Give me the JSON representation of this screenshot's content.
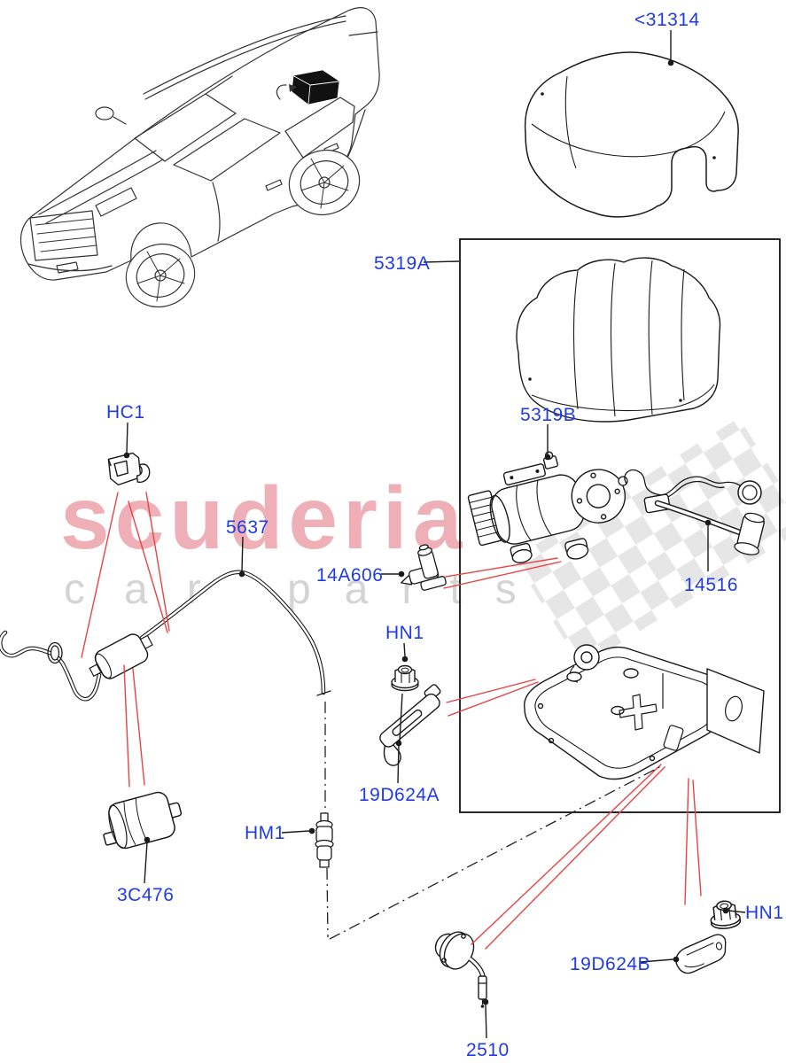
{
  "watermark": {
    "brand": "scuderia",
    "sub_left": "car",
    "sub_right": "parts"
  },
  "labels": {
    "cover_ref": "<31314",
    "compressor_assembly": "5319A",
    "compressor": "5319B",
    "solenoid_valve": "14A606",
    "wiring_harness": "14516",
    "nut_top": "HN1",
    "bracket_a": "19D624A",
    "tube_connector": "HM1",
    "silencer": "3C476",
    "air_tube": "5637",
    "tube_clip": "HC1",
    "valve": "2510",
    "bracket_b": "19D624B",
    "nut_bottom": "HN1"
  },
  "colors": {
    "label_blue": "#1f3be6",
    "leader_red": "#e84343",
    "line_black": "#1a1a1a",
    "watermark_pink": "#eeb0b6",
    "watermark_gray": "#d4d4d4",
    "checker_gray": "#e3e3e3"
  }
}
